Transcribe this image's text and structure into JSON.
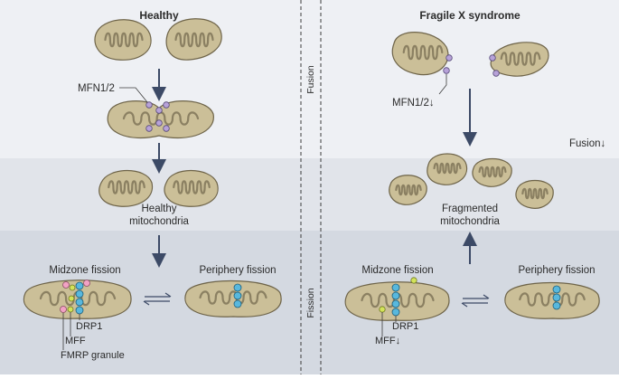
{
  "panels": {
    "left_title": "Healthy",
    "right_title": "Fragile X syndrome"
  },
  "stages": {
    "fusion": "Fusion",
    "fission": "Fission"
  },
  "labels": {
    "mfn_healthy": "MFN1/2",
    "mfn_fxs": "MFN1/2↓",
    "fusion_down": "Fusion↓",
    "healthy_mito_line1": "Healthy",
    "healthy_mito_line2": "mitochondria",
    "fragmented_line1": "Fragmented",
    "fragmented_line2": "mitochondria",
    "midzone_left": "Midzone fission",
    "periphery_left": "Periphery fission",
    "midzone_right": "Midzone fission",
    "periphery_right": "Periphery fission",
    "drp1_left": "DRP1",
    "mff_left": "MFF",
    "fmrp": "FMRP granule",
    "drp1_right": "DRP1",
    "mff_right": "MFF↓"
  },
  "colors": {
    "band_top": "#eef0f4",
    "band_mid": "#e1e4ea",
    "band_bottom": "#d4d9e1",
    "mito_fill": "#cbbf98",
    "mito_stroke": "#6e6449",
    "crista": "#8b8062",
    "arrow": "#3c4a66",
    "mfn_protein": "#b7a2d8",
    "drp1_protein": "#58b8dd",
    "mff_protein": "#d3e35a",
    "fmrp_protein": "#f2a2c4"
  }
}
